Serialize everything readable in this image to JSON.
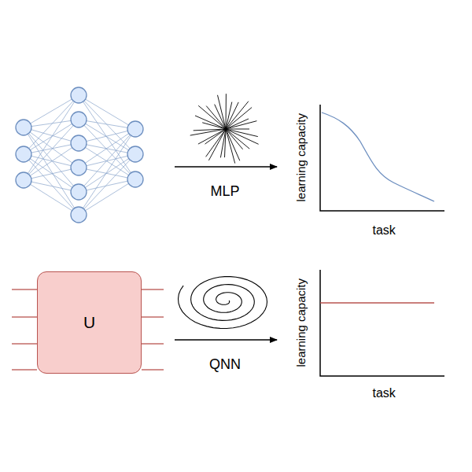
{
  "diagram": {
    "nodes": [
      {
        "text": [
          "U"
        ]
      }
    ],
    "labels": [
      "MLP",
      "learning capacity",
      "task",
      "QNN",
      "learning capacity",
      "task"
    ]
  }
}
